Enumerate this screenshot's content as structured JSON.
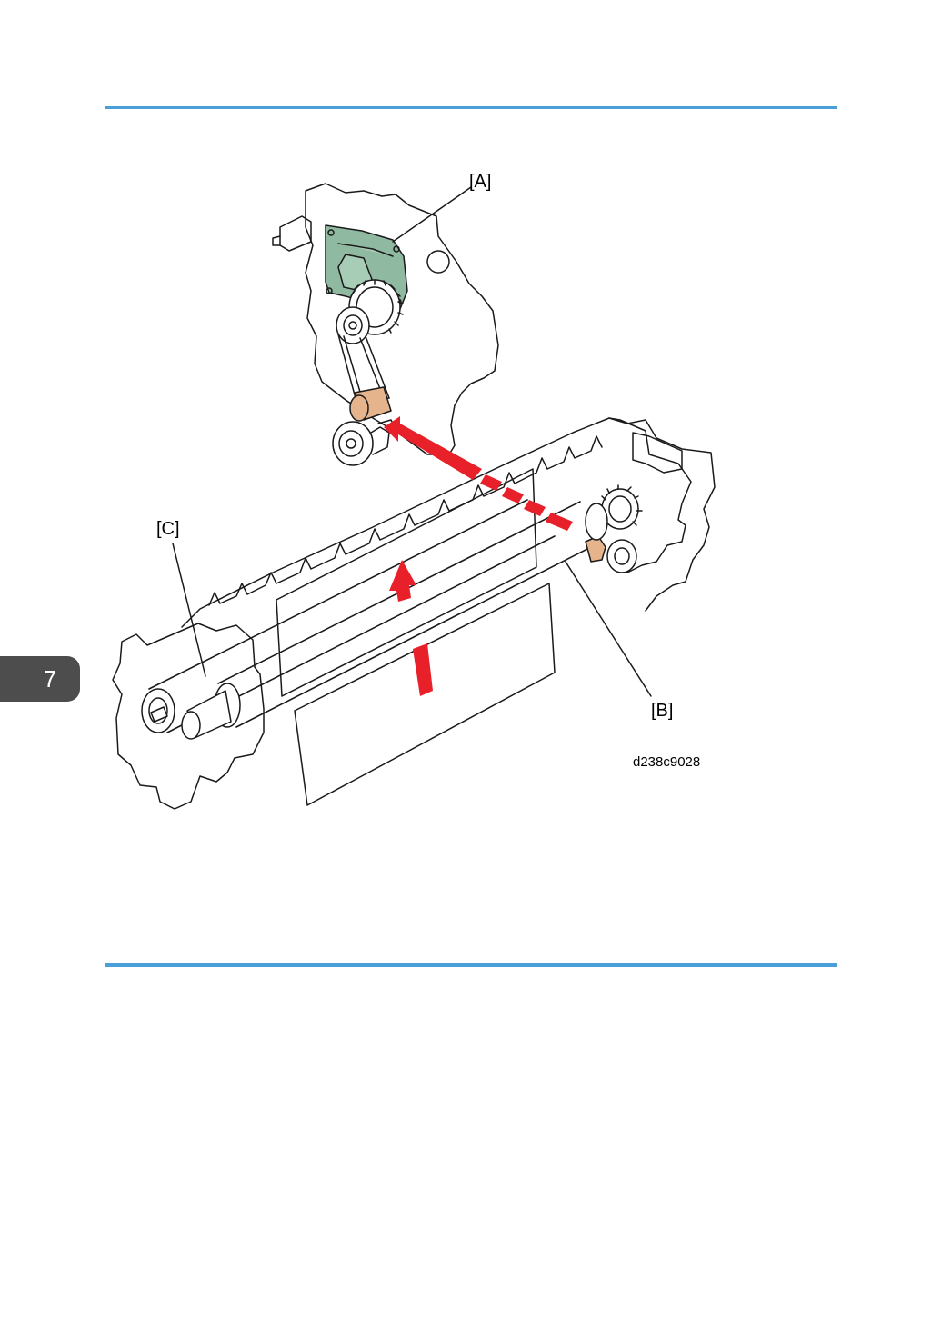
{
  "chapter": {
    "number": "7"
  },
  "figure": {
    "callouts": {
      "a": "[A]",
      "b": "[B]",
      "c": "[C]"
    },
    "code": "d238c9028",
    "colors": {
      "rule": "#4a9fd8",
      "arrow": "#e8202a",
      "motor": "#8fb9a0",
      "gear_highlight": "#e6b48c",
      "tab": "#4d4d4d"
    }
  }
}
